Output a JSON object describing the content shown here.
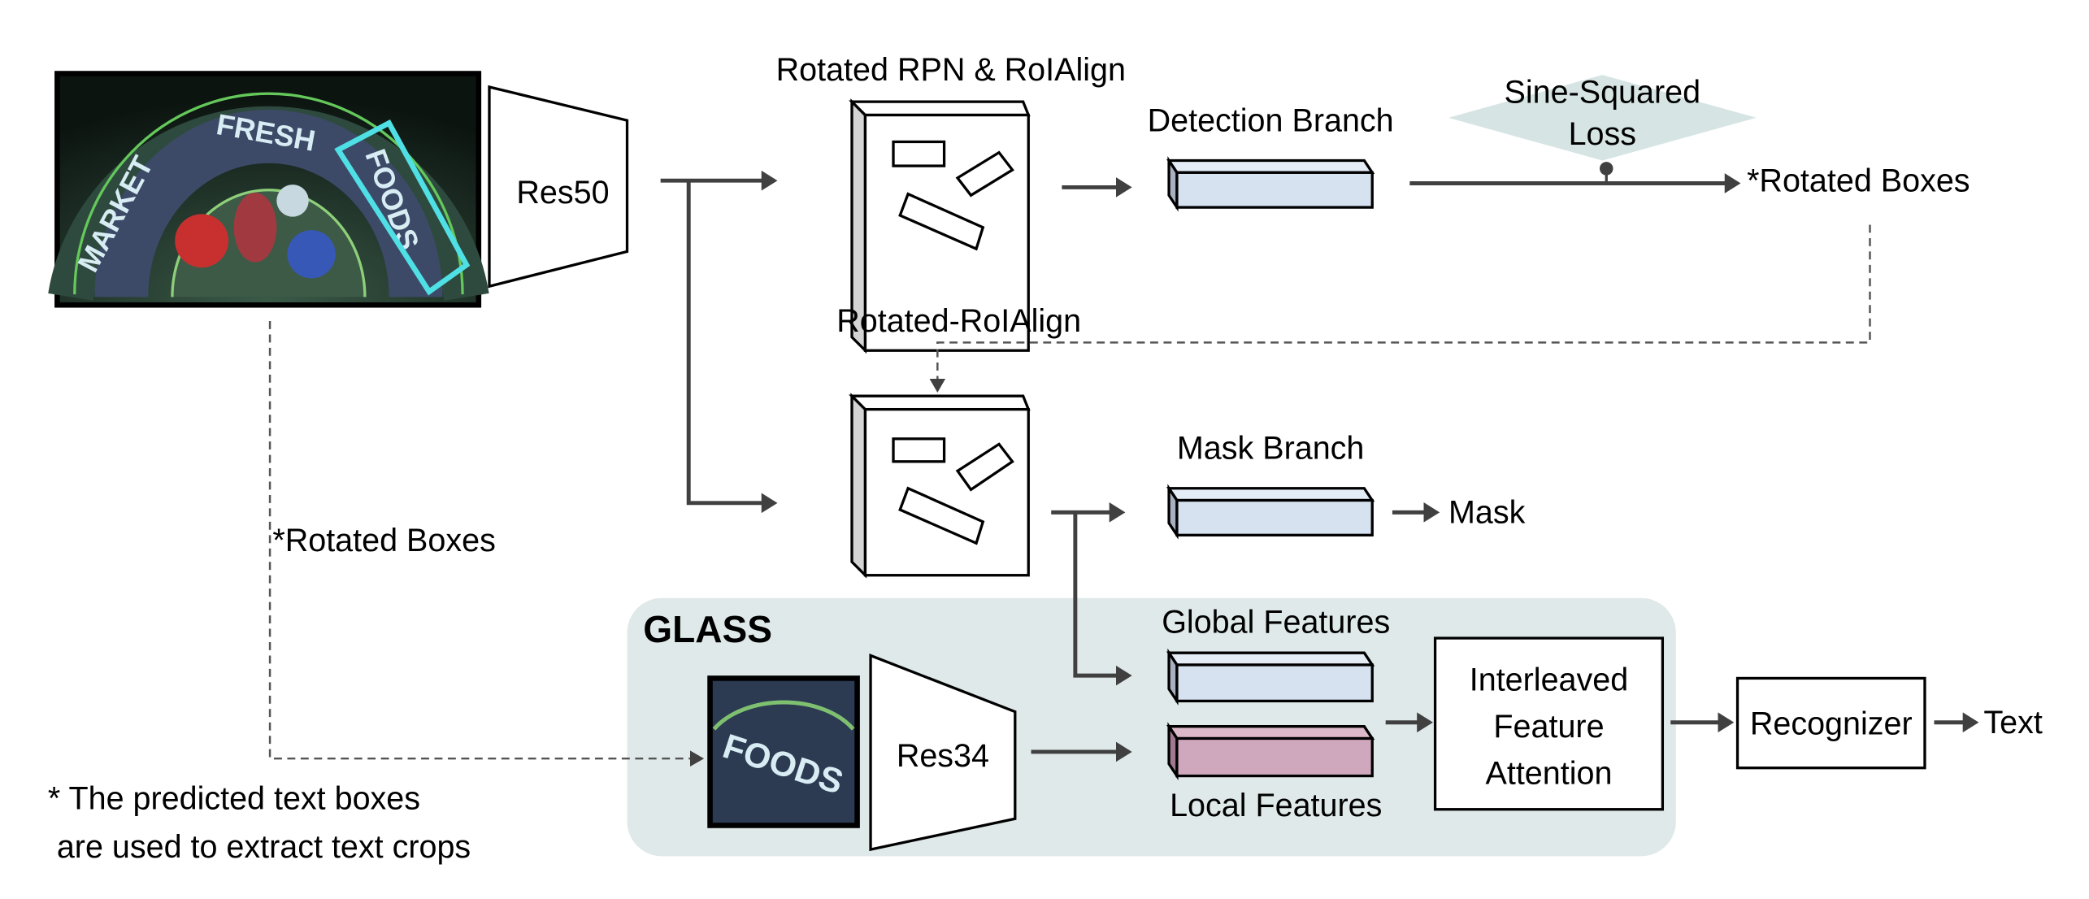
{
  "input_image": {
    "sign_text": "MARKET FRESH FOODS",
    "highlight_word": "FOODS"
  },
  "backbone_main": "Res50",
  "rpn_label": "Rotated RPN & RoIAlign",
  "rotated_roialign_label": "Rotated-RoIAlign",
  "detection_branch": "Detection Branch",
  "loss": {
    "line1": "Sine-Squared",
    "line2": "Loss"
  },
  "rotated_boxes_out": "*Rotated Boxes",
  "mask_branch": "Mask Branch",
  "mask_out": "Mask",
  "rotated_boxes_left": "*Rotated Boxes",
  "glass": {
    "title": "GLASS",
    "crop_text": "FOODS",
    "backbone": "Res34",
    "global_features": "Global Features",
    "local_features": "Local Features",
    "attention": {
      "line1": "Interleaved",
      "line2": "Feature",
      "line3": "Attention"
    },
    "recognizer": "Recognizer",
    "output": "Text"
  },
  "footnote": {
    "line1": "* The predicted text boxes",
    "line2": " are used to extract text crops"
  },
  "colors": {
    "glass_panel": "#dfe9e9",
    "loss_diamond": "#d6e4e4",
    "global_feature_bar": "#d6e2f0",
    "local_feature_bar": "#d0a8be",
    "highlight_box": "#4fe0e6",
    "arrow": "#404040"
  }
}
